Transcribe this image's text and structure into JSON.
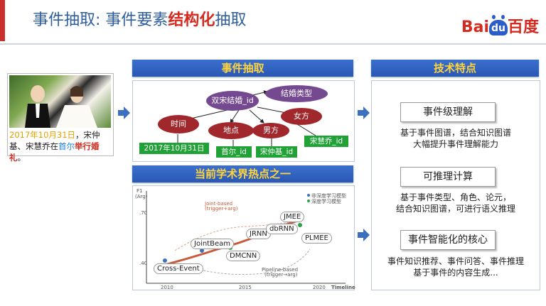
{
  "title": {
    "prefix": "事件抽取: 事件要素",
    "highlight": "结构化",
    "suffix": "抽取"
  },
  "logo": {
    "part1": "Bai",
    "part2": "du",
    "part3": "百度"
  },
  "caption": {
    "date": "2017年10月31日",
    "sep1": "，",
    "groom": "宋仲基",
    "sep2": "、",
    "bride": "宋慧乔",
    "mid": "在",
    "place": "首尔",
    "event": "举行婚礼",
    "end": "。"
  },
  "extraction": {
    "header": "事件抽取",
    "nodes": {
      "event_id": "双宋结婚_id",
      "event_type": "结婚类型",
      "time": "时间",
      "location": "地点",
      "male": "男方",
      "female": "女方"
    },
    "values": {
      "time": "2017年10月31日",
      "location": "首尔_id",
      "male": "宋仲基_id",
      "female": "宋慧乔_id"
    }
  },
  "hotspot": {
    "header": "当前学术界热点之一",
    "y_axis": "F1",
    "y_unit": "(Arg)",
    "y_ticks": [
      ".70",
      ".40"
    ],
    "x_ticks": [
      "2010",
      "2015",
      "2020"
    ],
    "x_label": "Timeline",
    "legend": [
      "非深度学习模型",
      "深度学习模型"
    ],
    "models": [
      "Cross-Event",
      "JointBeam",
      "DMCNN",
      "JRNN",
      "dbRNN",
      "JMEE",
      "PLMEE"
    ],
    "annotations": {
      "joint": "Joint-based",
      "joint_sub": "(trigger+arg)",
      "pipeline": "Pipeline-based",
      "pipeline_sub": "(trigger→arg)"
    }
  },
  "features": {
    "header": "技术特点",
    "items": [
      {
        "title": "事件级理解",
        "desc1": "基于事件图谱，结合知识图谱",
        "desc2": "大幅提升事件理解能力"
      },
      {
        "title": "可推理计算",
        "desc1": "基于事件类型、角色、论元，",
        "desc2": "结合知识图谱，可进行语义推理"
      },
      {
        "title": "事件智能化的核心",
        "desc1": "事件知识推荐、事件问答、事件推理",
        "desc2": "基于事件的内容生成..."
      }
    ]
  },
  "colors": {
    "header_bg": "#2a58b3",
    "header_text": "#ffd43b",
    "node_red": "#a0282c",
    "node_purple": "#74498f",
    "value_green": "#21a236",
    "title_blue": "#2e5e9e",
    "accent_red": "#d42a1f"
  }
}
